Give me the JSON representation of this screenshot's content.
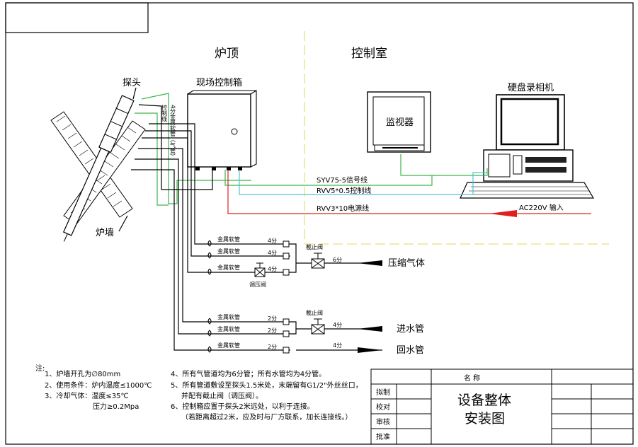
{
  "regions": {
    "furnace_top": "炉顶",
    "control_room": "控制室"
  },
  "devices": {
    "probe": "探头",
    "field_box": "现场控制箱",
    "monitor": "监视器",
    "recorder": "硬盘录相机",
    "furnace_wall": "炉墙"
  },
  "cables": {
    "probe_cable_1": "控制线",
    "probe_cable_2": "4分金属软管（气管）",
    "signal": "SYV75-5信号线",
    "control": "RVV5*0.5控制线",
    "power": "RVV3*10电源线",
    "ac_input": "AC220V  输入"
  },
  "hoses": {
    "metal_hose": "金属软管",
    "size_4": "4分",
    "size_6": "6分",
    "size_2": "2分"
  },
  "valves": {
    "stop_valve": "截止阀",
    "pressure_valve": "调压阀"
  },
  "lines": {
    "compressed_air": "压缩气体",
    "water_in": "进水管",
    "water_out": "回水管"
  },
  "notes": {
    "header": "注:",
    "n1": "1、炉墙开孔为∅80mm",
    "n2": "2、使用条件：炉内温度≤1000℃",
    "n3a": "3、冷却气体：湿度≤35℃",
    "n3b": "压力≥0.2Mpa",
    "n4": "4、所有气管道均为6分管；所有水管均为4分管。",
    "n5a": "5、所有管道敷设至探头1.5米处，末端留有G1/2\"外丝丝口，",
    "n5b": "并配有截止阀（调压阀）。",
    "n6a": "6、控制箱应置于探头2米远处，以利于连接。",
    "n6b": "（若距离超过2米，应及时与厂方联系，加长连接线。）"
  },
  "title_block": {
    "name_label": "名   称",
    "drawing_title_1": "设备整体",
    "drawing_title_2": "安装图",
    "rows": [
      "拟制",
      "校对",
      "审核",
      "批准"
    ]
  },
  "colors": {
    "signal": "#3cb44b",
    "control": "#4fc3d9",
    "power": "#e02020",
    "probe_cable": "#3cb44b"
  }
}
